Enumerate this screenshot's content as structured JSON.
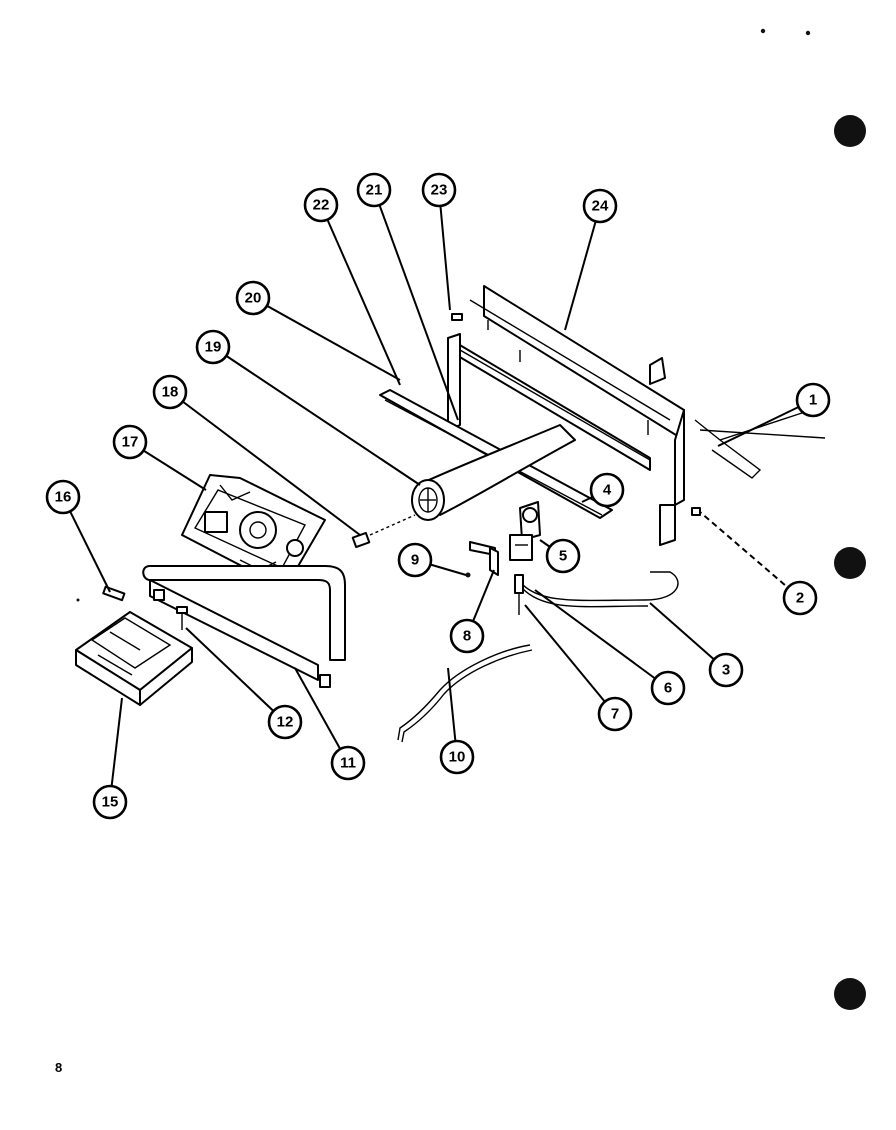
{
  "page_number": "8",
  "callouts": [
    {
      "id": "c1",
      "label": "1"
    },
    {
      "id": "c2",
      "label": "2"
    },
    {
      "id": "c3",
      "label": "3"
    },
    {
      "id": "c4",
      "label": "4"
    },
    {
      "id": "c5",
      "label": "5"
    },
    {
      "id": "c6",
      "label": "6"
    },
    {
      "id": "c7",
      "label": "7"
    },
    {
      "id": "c8",
      "label": "8"
    },
    {
      "id": "c9",
      "label": "9"
    },
    {
      "id": "c10",
      "label": "10"
    },
    {
      "id": "c11",
      "label": "11"
    },
    {
      "id": "c12",
      "label": "12"
    },
    {
      "id": "c15",
      "label": "15"
    },
    {
      "id": "c16",
      "label": "16"
    },
    {
      "id": "c17",
      "label": "17"
    },
    {
      "id": "c18",
      "label": "18"
    },
    {
      "id": "c19",
      "label": "19"
    },
    {
      "id": "c20",
      "label": "20"
    },
    {
      "id": "c21",
      "label": "21"
    },
    {
      "id": "c22",
      "label": "22"
    },
    {
      "id": "c23",
      "label": "23"
    },
    {
      "id": "c24",
      "label": "24"
    }
  ]
}
